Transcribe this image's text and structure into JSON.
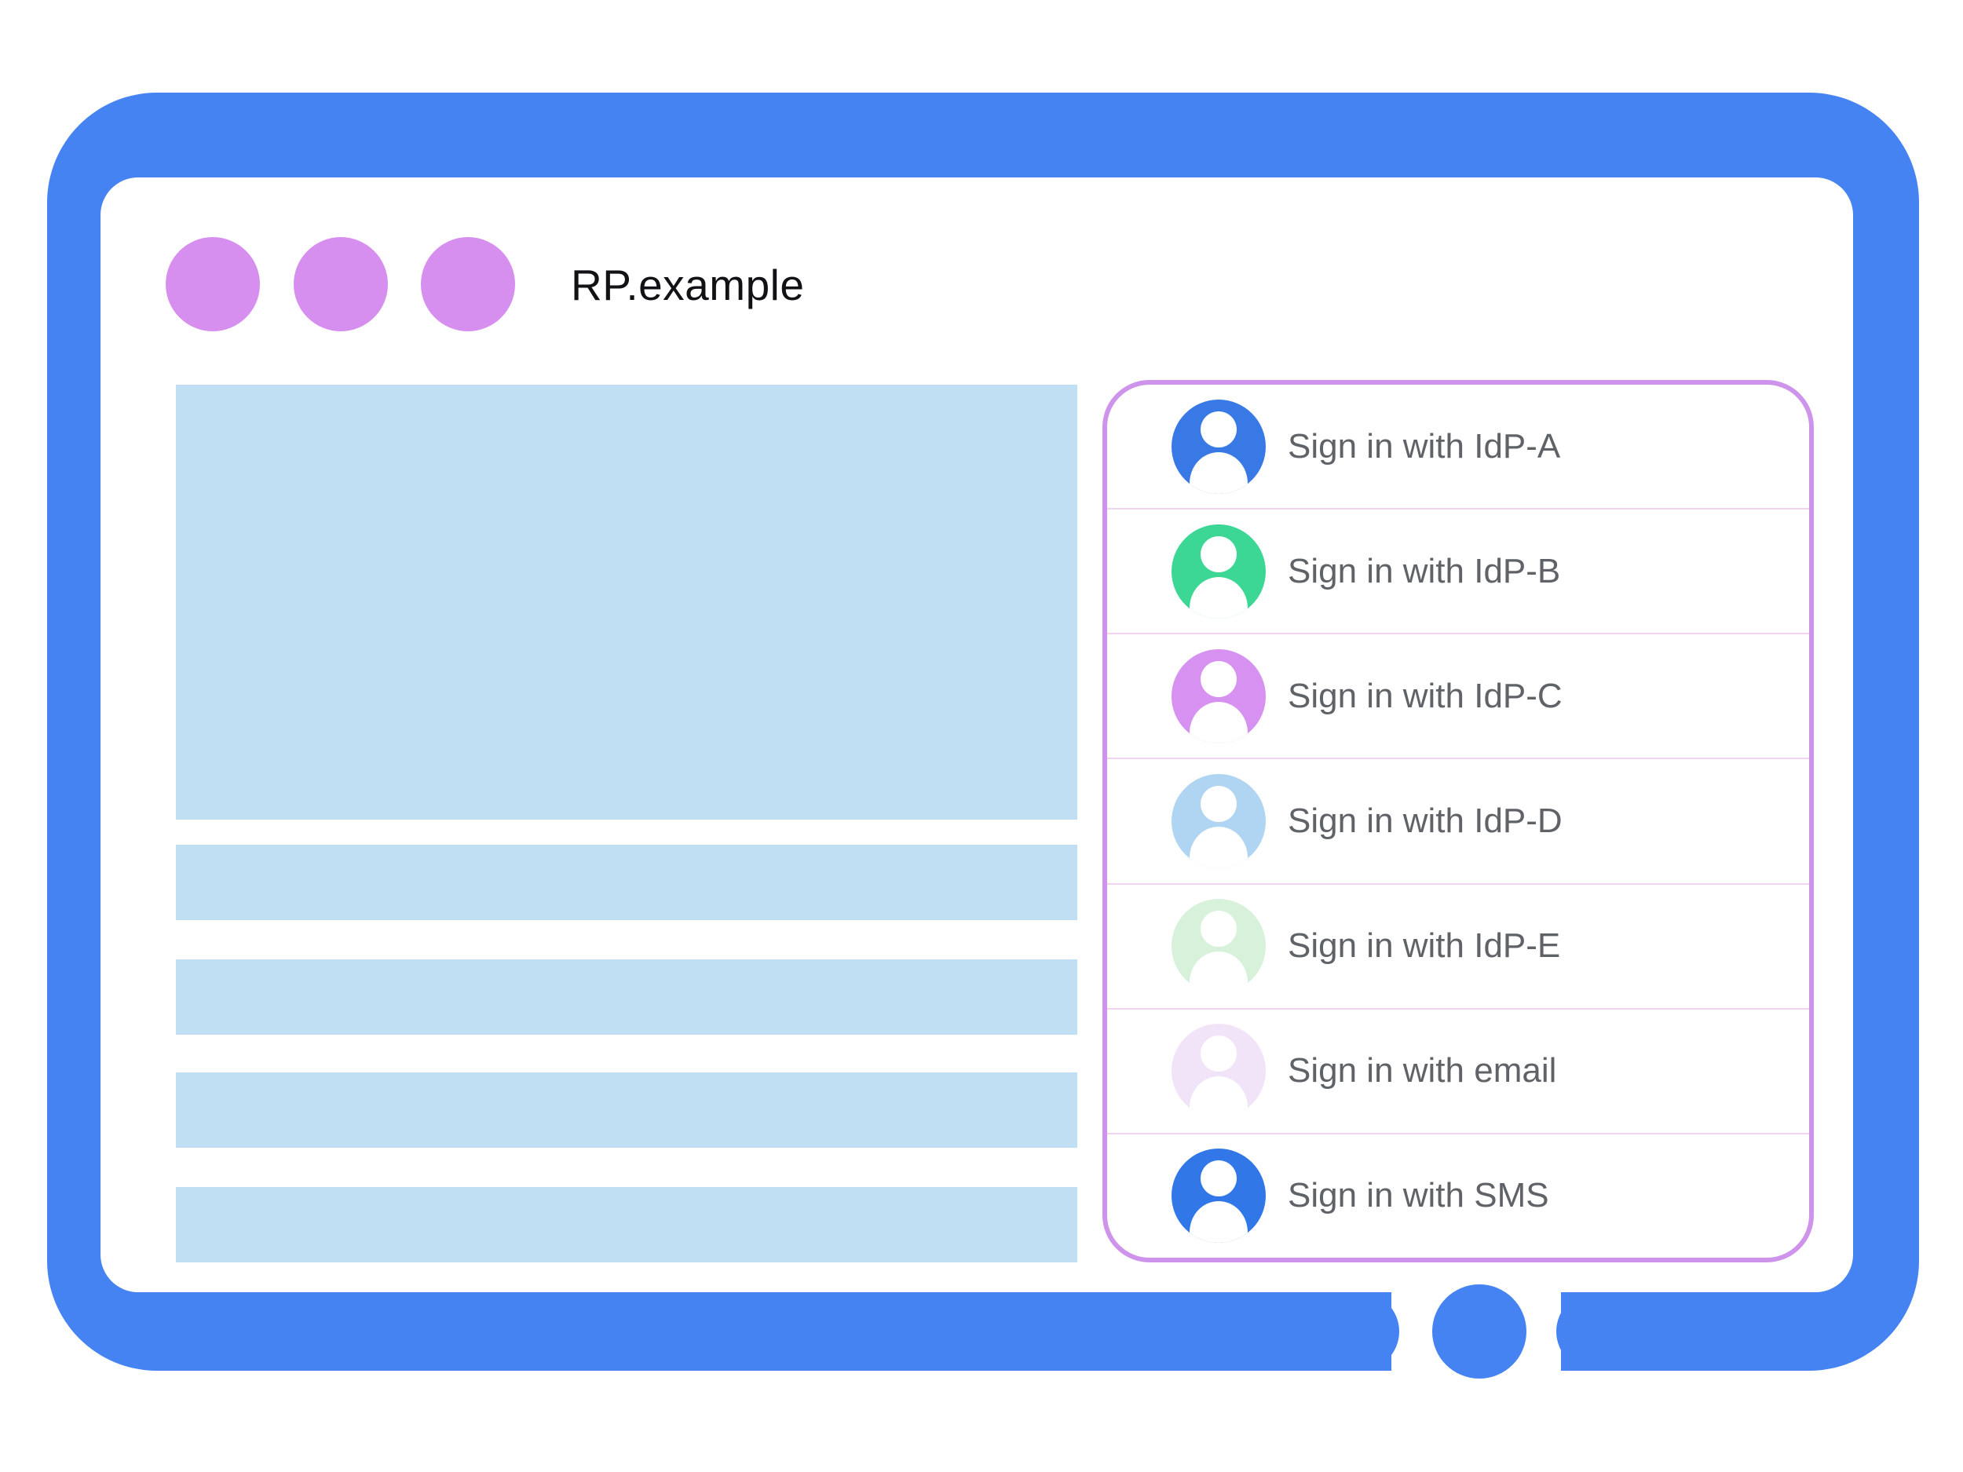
{
  "colors": {
    "frame_blue": "#4583f2",
    "window_dot_purple": "#d78fef",
    "placeholder_blue": "#c0dff2",
    "panel_border_purple": "#ce93ea",
    "panel_divider_pink": "#f0d4f0",
    "label_gray": "#5f6368",
    "home_button_blue": "#4583f2"
  },
  "window": {
    "title": "RP.example",
    "control_dots": 3
  },
  "sign_in_panel": {
    "items": [
      {
        "label": "Sign in with IdP-A",
        "icon": "person-icon",
        "avatar_color": "#3979e6"
      },
      {
        "label": "Sign in with IdP-B",
        "icon": "person-icon",
        "avatar_color": "#3cd795"
      },
      {
        "label": "Sign in with IdP-C",
        "icon": "person-icon",
        "avatar_color": "#d791f0"
      },
      {
        "label": "Sign in with IdP-D",
        "icon": "person-icon",
        "avatar_color": "#b0d5f2"
      },
      {
        "label": "Sign in with IdP-E",
        "icon": "person-icon",
        "avatar_color": "#d8f1da"
      },
      {
        "label": "Sign in with email",
        "icon": "person-icon",
        "avatar_color": "#f1e4f8"
      },
      {
        "label": "Sign in with SMS",
        "icon": "person-icon",
        "avatar_color": "#3277e8"
      }
    ]
  }
}
